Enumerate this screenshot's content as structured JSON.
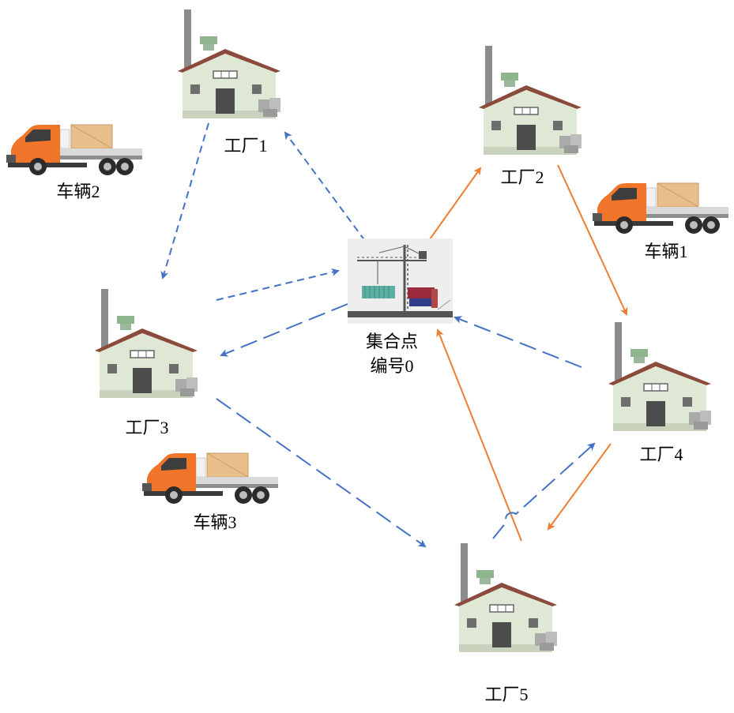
{
  "hub": {
    "label_line1": "集合点",
    "label_line2": "编号0"
  },
  "factories": [
    {
      "id": "f1",
      "label": "工厂1"
    },
    {
      "id": "f2",
      "label": "工厂2"
    },
    {
      "id": "f3",
      "label": "工厂3"
    },
    {
      "id": "f4",
      "label": "工厂4"
    },
    {
      "id": "f5",
      "label": "工厂5"
    }
  ],
  "vehicles": [
    {
      "id": "v1",
      "label": "车辆1"
    },
    {
      "id": "v2",
      "label": "车辆2"
    },
    {
      "id": "v3",
      "label": "车辆3"
    }
  ],
  "routes": [
    {
      "vehicle": "v1",
      "color": "#ed7d31",
      "style": "solid",
      "path": [
        "hub",
        "f2",
        "f4",
        "f5",
        "hub"
      ]
    },
    {
      "vehicle": "v2",
      "color": "#4472c4",
      "style": "short-dash",
      "path": [
        "hub",
        "f1",
        "f3",
        "hub"
      ]
    },
    {
      "vehicle": "v3",
      "color": "#4472c4",
      "style": "long-dash",
      "path": [
        "hub",
        "f3",
        "f5",
        "f4",
        "hub"
      ]
    }
  ],
  "colors": {
    "orange_route": "#ed7d31",
    "blue_route": "#4472c4",
    "factory_wall": "#dfe8d4",
    "factory_roof": "#8a4a3c",
    "truck_cab": "#f0742a"
  }
}
